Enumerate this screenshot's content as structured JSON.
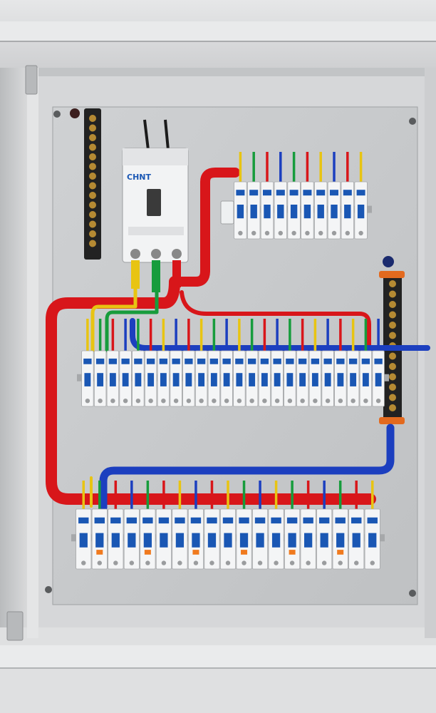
{
  "panel": {
    "main_breaker_brand": "CHNT",
    "colors": {
      "enclosure": "#dcdddf",
      "backplate": "#c9cbcd",
      "phase_red": "#d8161a",
      "phase_yellow": "#e8c412",
      "phase_green": "#179c3c",
      "neutral_blue": "#1c3fbf",
      "breaker_body": "#f4f5f6",
      "breaker_blue": "#1a57b4",
      "rcd_orange": "#f07a1e",
      "terminal_bar": "#2b2b2b",
      "terminal_brass": "#b58a33"
    },
    "breaker_counts": {
      "top_row": 10,
      "middle_row": 24,
      "bottom_row": 19
    }
  }
}
